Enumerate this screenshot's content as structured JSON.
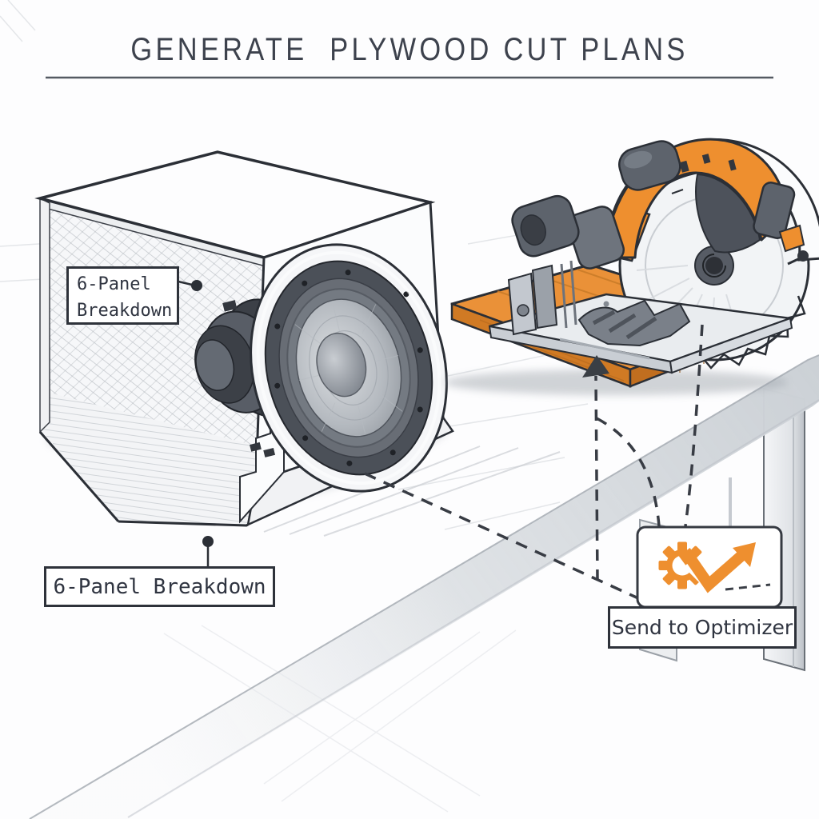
{
  "title": "GENERATE  PLYWOOD CUT PLANS",
  "callouts": {
    "enclosure_top": {
      "line1": "6-Panel",
      "line2": "Breakdown"
    },
    "enclosure_bottom": {
      "label": "6-Panel Breakdown"
    },
    "optimizer": {
      "label": "Send to Optimizer",
      "icon": "gear-check-arrow-icon"
    }
  },
  "scene": {
    "objects": [
      "speaker-enclosure-cutaway",
      "woofer-driver",
      "plywood-plank",
      "circular-saw",
      "workbench-table",
      "dashed-flow-arrow",
      "optimizer-card"
    ],
    "colors": {
      "accent_orange": "#EE8F2F",
      "plank_top": "#EA9138",
      "plank_side": "#D07A24",
      "ink": "#2B2F36",
      "faint_line": "#CFD3D8"
    }
  }
}
